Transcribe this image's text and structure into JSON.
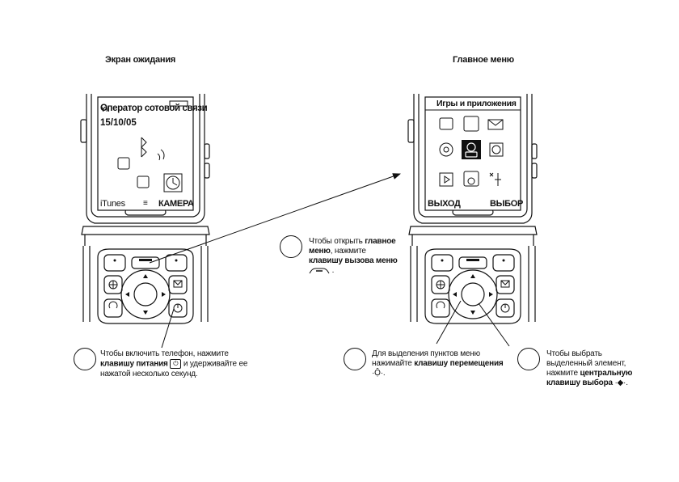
{
  "left": {
    "title": "Экран ожидания",
    "screen": {
      "operator": "Оператор сотовой связи",
      "date": "15/10/05",
      "softkey_left": "iTunes",
      "softkey_center": "≡",
      "softkey_right": "КАМЕРА"
    },
    "caption": {
      "pre": "Чтобы включить телефон, нажмите ",
      "bold": "клавишу питания",
      "post": " и удерживайте ее нажатой несколько секунд."
    }
  },
  "right": {
    "title": "Главное меню",
    "screen": {
      "header": "Игры и приложения",
      "softkey_left": "ВЫХОД",
      "softkey_right": "ВЫБОР"
    },
    "caption_nav": {
      "pre": "Для выделения пунктов меню нажимайте ",
      "bold": "клавишу перемещения",
      "post": " ·Ộ·."
    },
    "caption_select": {
      "pre": "Чтобы выбрать выделенный элемент, нажмите ",
      "bold": "центральную клавишу выбора",
      "post": " ·◆·."
    }
  },
  "middle": {
    "caption": {
      "pre": "Чтобы открыть ",
      "bold1": "главное меню",
      "mid": ", нажмите ",
      "bold2": "клавишу вызова меню",
      "post": " ."
    }
  }
}
